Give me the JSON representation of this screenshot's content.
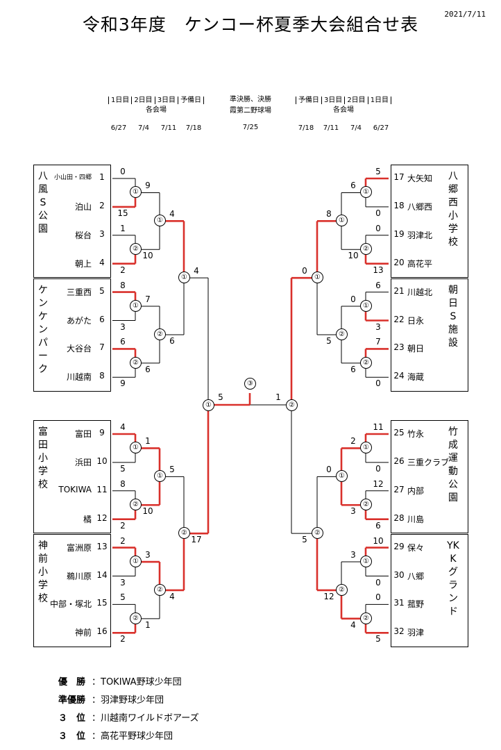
{
  "title": "令和3年度　ケンコー杯夏季大会組合せ表",
  "date": "2021/7/11",
  "schedule_left": {
    "days": [
      "1日目",
      "2日目",
      "3日目",
      "予備日"
    ],
    "venue": "各会場",
    "dates": [
      "6/27",
      "7/4",
      "7/11",
      "7/18"
    ]
  },
  "schedule_right": {
    "days": [
      "予備日",
      "3日目",
      "2日目",
      "1日目"
    ],
    "venue": "各会場",
    "dates": [
      "7/18",
      "7/11",
      "7/4",
      "6/27"
    ]
  },
  "final": {
    "line1": "準決勝、決勝",
    "line2": "霞第二野球場",
    "date": "7/25"
  },
  "venues": {
    "v1": "八風S公園",
    "v2": "ケンケンパーク",
    "v3": "富田小学校",
    "v4": "神前小学校",
    "v5": "八郷西小学校",
    "v6": "朝日S施設",
    "v7": "竹成運動公園",
    "v8": "YKKグランド"
  },
  "teams": [
    "小山田・四郷",
    "泊山",
    "桜台",
    "朝上",
    "三重西",
    "あがた",
    "大谷台",
    "川越南",
    "富田",
    "浜田",
    "TOKIWA",
    "橘",
    "富洲原",
    "鵜川原",
    "中部・塚北",
    "神前",
    "大矢知",
    "八郷西",
    "羽津北",
    "高花平",
    "川越北",
    "日永",
    "朝日",
    "海蔵",
    "竹永",
    "三重クラブ",
    "内部",
    "川島",
    "保々",
    "八郷",
    "菰野",
    "羽津"
  ],
  "seeds": [
    "1",
    "2",
    "3",
    "4",
    "5",
    "6",
    "7",
    "8",
    "9",
    "10",
    "11",
    "12",
    "13",
    "14",
    "15",
    "16",
    "17",
    "18",
    "19",
    "20",
    "21",
    "22",
    "23",
    "24",
    "25",
    "26",
    "27",
    "28",
    "29",
    "30",
    "31",
    "32"
  ],
  "scores": {
    "r1": [
      "0",
      "15",
      "1",
      "2",
      "8",
      "3",
      "6",
      "9",
      "4",
      "5",
      "8",
      "2",
      "2",
      "3",
      "5",
      "2",
      "5",
      "0",
      "0",
      "13",
      "6",
      "3",
      "7",
      "0",
      "11",
      "0",
      "12",
      "6",
      "10",
      "0",
      "0",
      "5"
    ],
    "r2": [
      "9",
      "10",
      "7",
      "6",
      "1",
      "10",
      "3",
      "1",
      "6",
      "10",
      "0",
      "6",
      "2",
      "3",
      "3",
      "4"
    ],
    "r3": [
      "4",
      "6",
      "5",
      "4",
      "8",
      "5",
      "0",
      "12"
    ],
    "r4": [
      "4",
      "17",
      "0",
      "5"
    ],
    "sf": [
      "5",
      "1"
    ]
  },
  "circles": {
    "r1": [
      "①",
      "②",
      "①",
      "②",
      "①",
      "②",
      "①",
      "②",
      "①",
      "②",
      "①",
      "②",
      "①",
      "②",
      "①",
      "②"
    ],
    "r2": [
      "①",
      "②",
      "①",
      "②",
      "①",
      "②",
      "①",
      "②"
    ],
    "r3": [
      "①",
      "②",
      "①",
      "②"
    ],
    "r4": [
      "①",
      "②"
    ],
    "final": "③"
  },
  "results": [
    {
      "label": "優　勝",
      "value": "：TOKIWA野球少年団"
    },
    {
      "label": "準優勝",
      "value": "：羽津野球少年団"
    },
    {
      "label": "３　位",
      "value": "：川越南ワイルドボアーズ"
    },
    {
      "label": "３　位",
      "value": "：高花平野球少年団"
    }
  ],
  "colors": {
    "win": "#d9302b",
    "line": "#000000"
  }
}
